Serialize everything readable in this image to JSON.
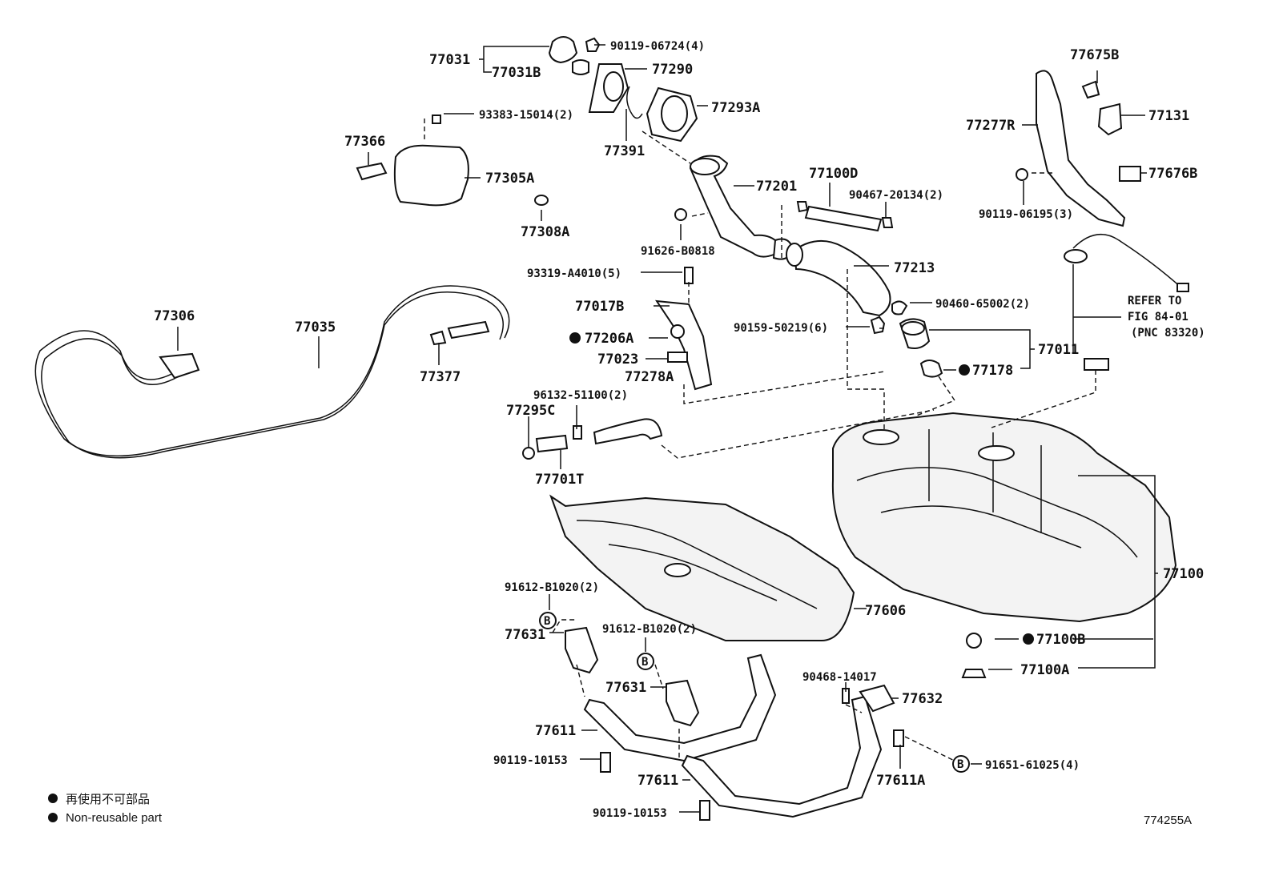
{
  "labels": {
    "l77031": "77031",
    "l77031b": "77031B",
    "l90119_06724": "90119-06724(4)",
    "l77290": "77290",
    "l77293a": "77293A",
    "l77391": "77391",
    "l93383": "93383-15014(2)",
    "l77366": "77366",
    "l77305a": "77305A",
    "l77308a": "77308A",
    "l77201": "77201",
    "l77100d": "77100D",
    "l90467": "90467-20134(2)",
    "l91626": "91626-B0818",
    "l93319": "93319-A4010(5)",
    "l77213": "77213",
    "l90460": "90460-65002(2)",
    "l77017b": "77017B",
    "l77206a": "77206A",
    "l77023": "77023",
    "l77278a": "77278A",
    "l90159": "90159-50219(6)",
    "l77011": "77011",
    "l77178": "77178",
    "l77675b": "77675B",
    "l77277r": "77277R",
    "l77131": "77131",
    "l77676b": "77676B",
    "l90119_06195": "90119-06195(3)",
    "refer1": "REFER TO",
    "refer2": "FIG 84-01",
    "refer3": "(PNC 83320)",
    "l77306": "77306",
    "l77035": "77035",
    "l77377": "77377",
    "l96132": "96132-51100(2)",
    "l77295c": "77295C",
    "l77701t": "77701T",
    "l77100": "77100",
    "l77606": "77606",
    "l91612_a": "91612-B1020(2)",
    "l91612_b": "91612-B1020(2)",
    "l77631_a": "77631",
    "l77631_b": "77631",
    "l77100b": "77100B",
    "l77100a": "77100A",
    "l90468": "90468-14017",
    "l77632": "77632",
    "l77611_a": "77611",
    "l77611_b": "77611",
    "l90119_10153_a": "90119-10153",
    "l90119_10153_b": "90119-10153",
    "l77611a": "77611A",
    "l91651": "91651-61025(4)",
    "b_marker": "B"
  },
  "legend": {
    "line1": "再使用不可部品",
    "line2": "Non-reusable part"
  },
  "figure_number": "774255A"
}
